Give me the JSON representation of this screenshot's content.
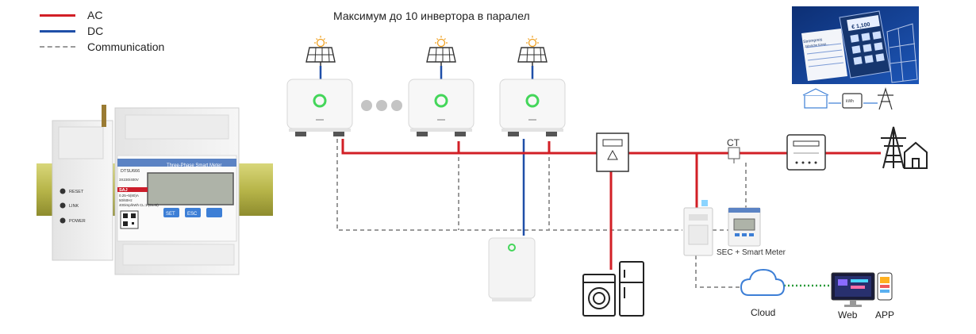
{
  "legend": {
    "ac": {
      "label": "AC",
      "color": "#d21f26"
    },
    "dc": {
      "label": "DC",
      "color": "#1f4fa8"
    },
    "comm": {
      "label": "Communication",
      "color": "#9a9a9a"
    }
  },
  "title": "Максимум до 10 инвертора в паралел",
  "meter": {
    "model": "DTSU666",
    "type": "Three-Phase Smart Meter",
    "specs": [
      "3X230/400V",
      "0.25~5(80)A",
      "50/60Hz",
      "400imp/kWh",
      "CL:1 (CL:B)"
    ],
    "buttons": {
      "set": "SET",
      "esc": "ESC"
    },
    "status_labels": [
      "RESET",
      "LINK",
      "POWER"
    ],
    "brand": "SAJ"
  },
  "ct_label": "CT",
  "sec_label": "SEC + Smart Meter",
  "cloud_label": "Cloud",
  "web_label": "Web",
  "app_label": "APP",
  "promo": {
    "price_tag": "€ 1,100",
    "sheet_title": "Strompreis",
    "sheet_subtitle": "Jährliche Einsp...",
    "meter_unit": "kWh"
  }
}
